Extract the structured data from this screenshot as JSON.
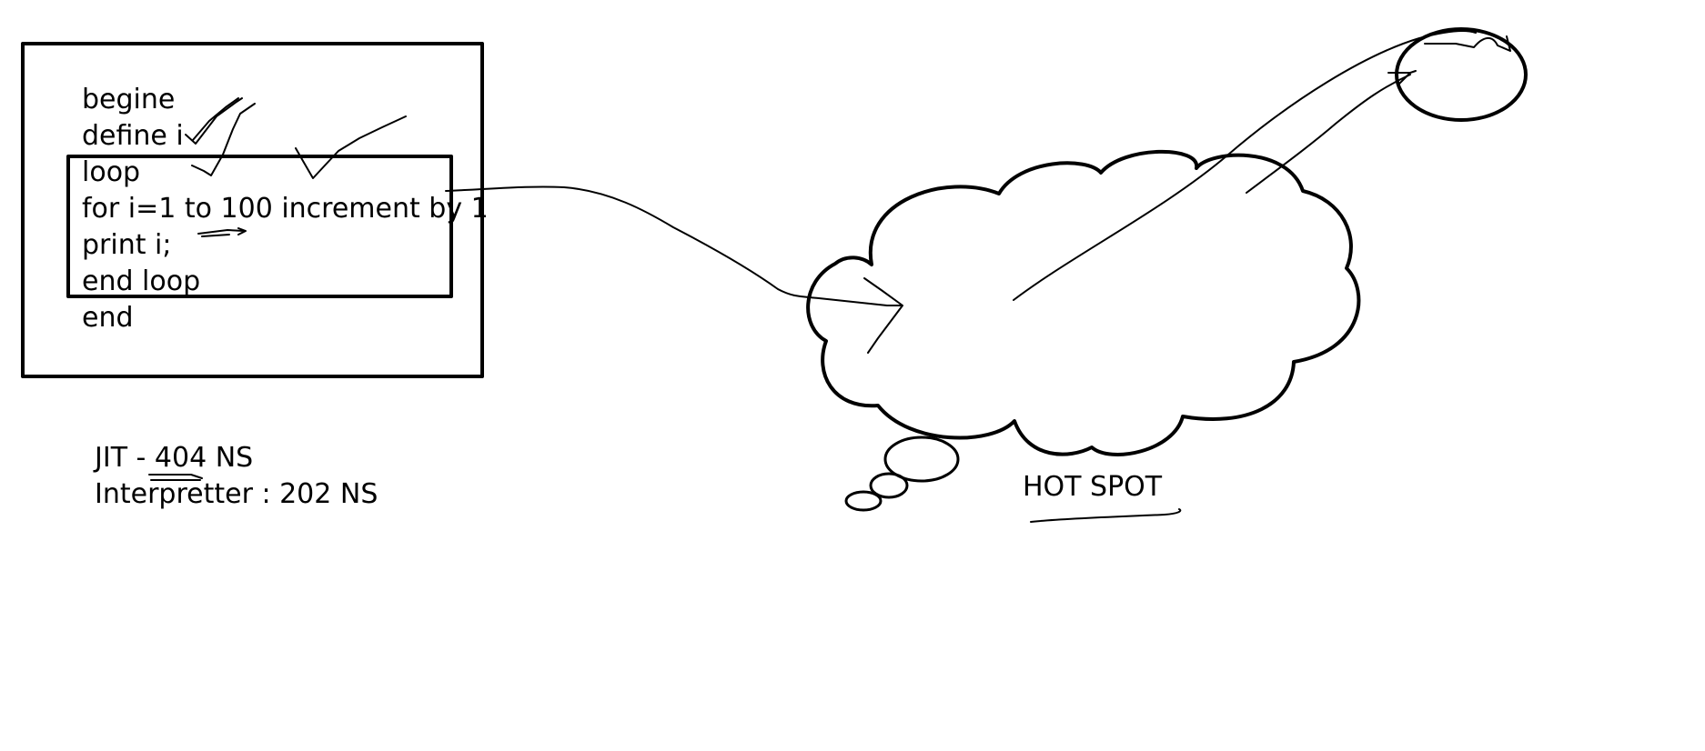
{
  "code": {
    "lines": [
      "begine",
      "define i",
      "loop",
      "for i=1 to 100 increment by 1",
      "print i;",
      "end loop",
      "end"
    ]
  },
  "timings": {
    "jit": "JIT - 404 NS",
    "interpreter": "Interpretter : 202 NS"
  },
  "hot_spot": {
    "label": "HOT SPOT"
  },
  "colors": {
    "ink": "#000000",
    "background": "#ffffff"
  }
}
